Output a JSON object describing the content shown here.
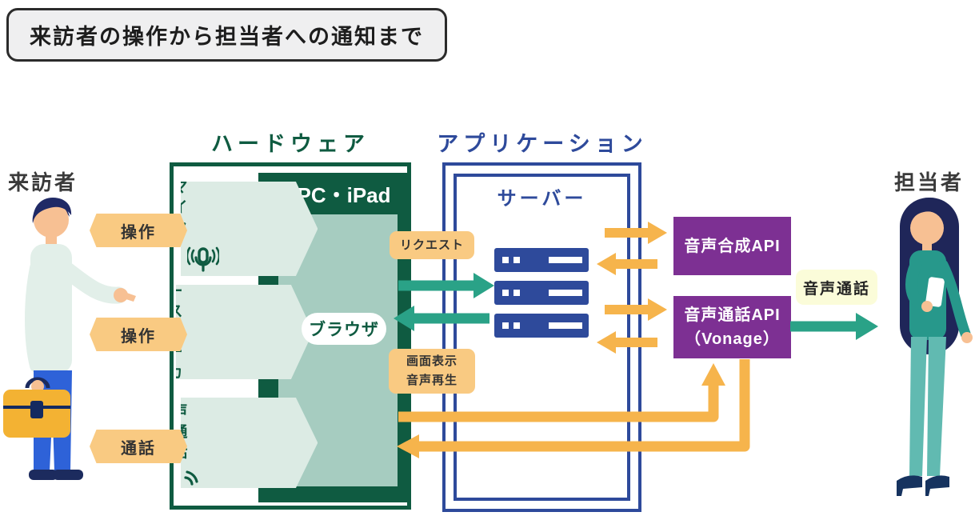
{
  "title": "来訪者の操作から担当者への通知まで",
  "visitor": {
    "label": "来訪者"
  },
  "staff": {
    "label": "担当者"
  },
  "hardware": {
    "section_label": "ハードウェア",
    "device_label": "PC・iPad",
    "browser_label": "ブラウザ",
    "components": [
      {
        "lines": [
          "マイク"
        ],
        "icons": [
          "touch-icon",
          "mic-icon"
        ]
      },
      {
        "lines": [
          "モニター",
          "スピーカー"
        ],
        "icons": [
          "touch-icon",
          "speaker-icon"
        ]
      },
      {
        "lines": [
          "音声通話"
        ],
        "icons": [
          "phone-icon"
        ]
      }
    ]
  },
  "application": {
    "section_label": "アプリケーション",
    "server_label": "サーバー"
  },
  "apis": [
    {
      "lines": [
        "音声合成API",
        ""
      ]
    },
    {
      "lines": [
        "音声通話API",
        "（Vonage）"
      ]
    }
  ],
  "labels": {
    "operate1": "操作",
    "operate2": "操作",
    "call": "通話",
    "request": "リクエスト",
    "response": [
      "画面表示",
      "音声再生"
    ],
    "voice_call": "音声通話"
  },
  "colors": {
    "green": "#0f5b41",
    "green_light": "#a6ccc0",
    "mint": "#dcebe4",
    "teal": "#2aa287",
    "blue": "#2e4a9b",
    "purple": "#7d3093",
    "orange": "#f6b44c",
    "orange_light": "#f9ca82",
    "yellow_light": "#fbfcd9",
    "ink": "#2f2f2f"
  }
}
